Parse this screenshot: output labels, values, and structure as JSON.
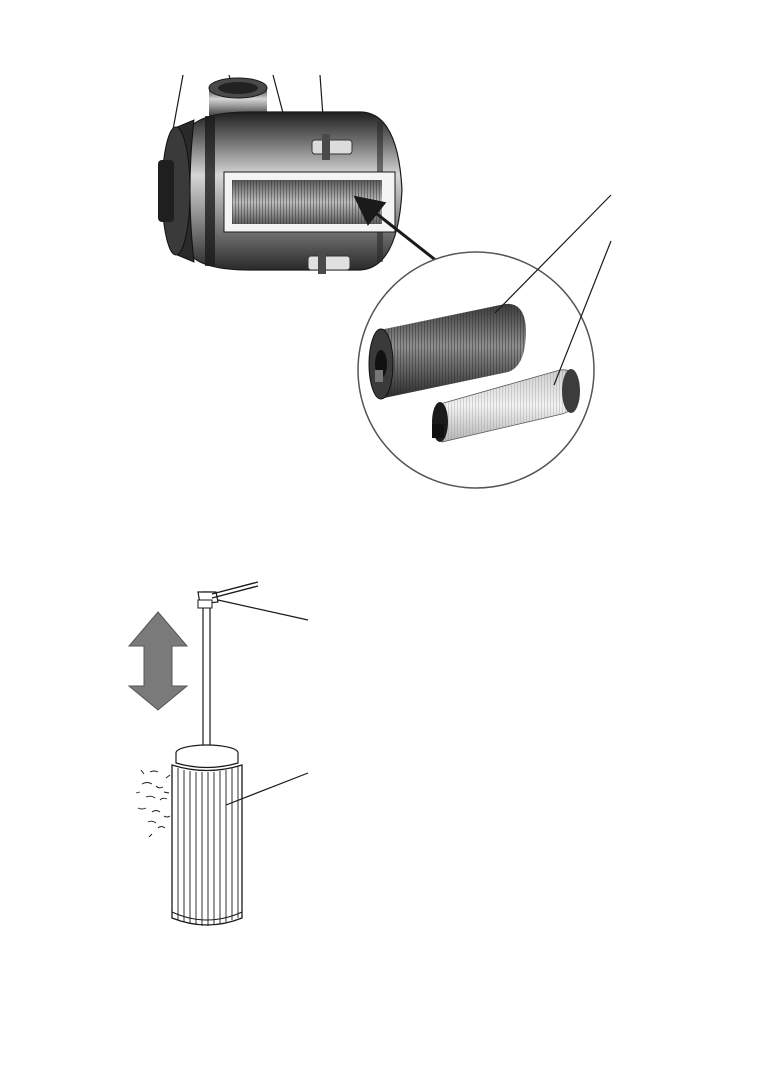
{
  "colors": {
    "background": "#ffffff",
    "line": "#1a1a1a",
    "housing_dark": "#2e2e2e",
    "housing_mid": "#8a8a8a",
    "housing_light": "#d9d9d9",
    "filter_media": "#b8b8b8",
    "arrow_gray": "#7a7a7a"
  },
  "figure_1": {
    "parts": [
      "air-filter-housing",
      "outer-filter-element",
      "inner-safety-element"
    ]
  },
  "figure_2": {
    "parts": [
      "compressed-air-nozzle",
      "filter-element",
      "up-down-motion-arrow"
    ]
  }
}
